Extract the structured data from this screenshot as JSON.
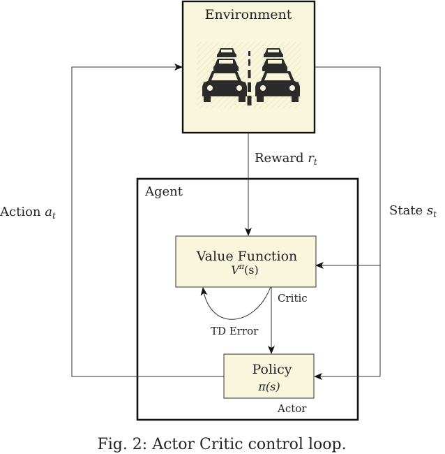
{
  "environment": {
    "title": "Environment",
    "icon": "traffic-cars-icon"
  },
  "agent": {
    "title": "Agent"
  },
  "value_function": {
    "title": "Value Function",
    "formula": "V^π(s)",
    "formula_base": "V",
    "formula_sup": "π",
    "formula_arg": "(s)",
    "role": "Critic"
  },
  "policy": {
    "title": "Policy",
    "formula": "π(s)",
    "role": "Actor"
  },
  "signals": {
    "reward": {
      "label": "Reward ",
      "symbol": "r",
      "sub": "t"
    },
    "state": {
      "label": "State ",
      "symbol": "s",
      "sub": "t"
    },
    "action": {
      "label": "Action ",
      "symbol": "a",
      "sub": "t"
    },
    "td_error": "TD Error"
  },
  "caption": "Fig. 2: Actor Critic control loop.",
  "colors": {
    "box_fill": "#f8f6dc",
    "line": "#333333"
  }
}
